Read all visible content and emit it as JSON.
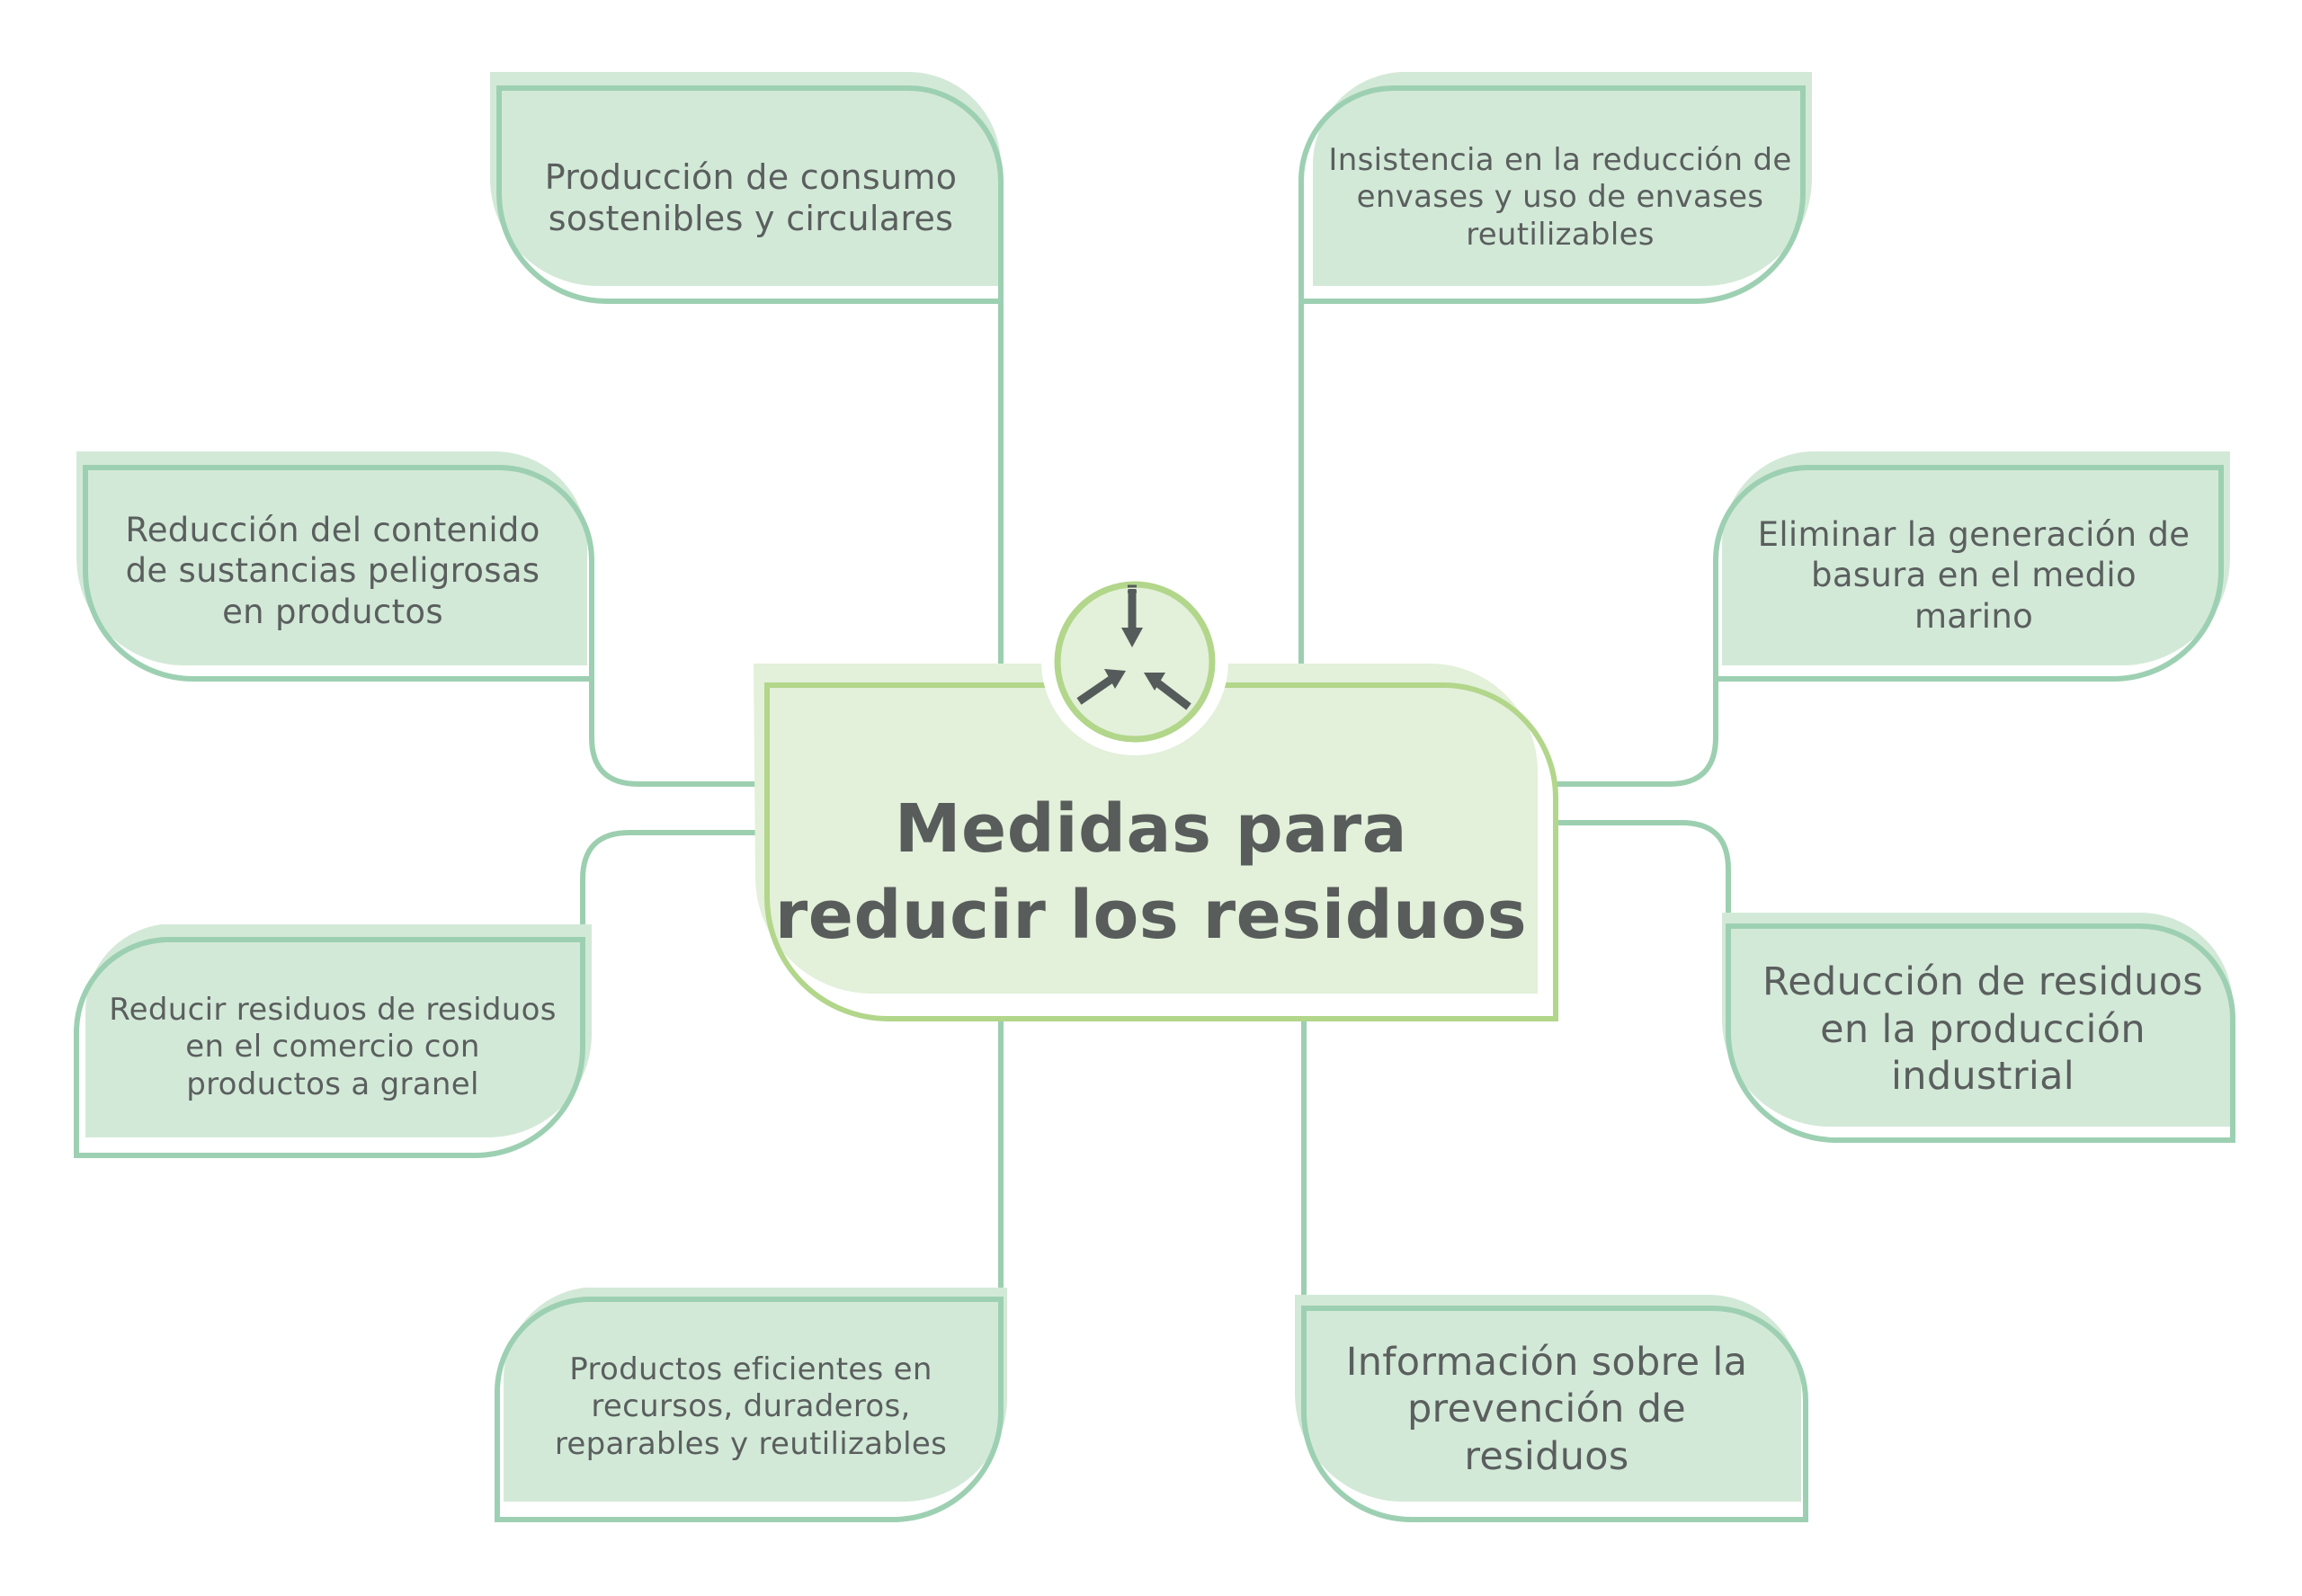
{
  "title": "Medidas para reducir los residuos",
  "colors": {
    "leaf_fill": "#d3e9d8",
    "leaf_outline": "#9dd0b2",
    "center_fill": "#e3f0da",
    "center_outline": "#b2d68a",
    "text": "#5a5f5e"
  },
  "center_icon": "recycle-arrows-icon",
  "nodes": {
    "top_left": "Producción de consumo sostenibles y circulares",
    "top_right": "Insistencia en la reducción de envases y uso de envases reutilizables",
    "mid_left": "Reducción del contenido de sustancias peligrosas en productos",
    "mid_right": "Eliminar la generación de basura en el medio marino",
    "low_left": "Reducir residuos de residuos en el comercio con productos a granel",
    "low_right": "Reducción de residuos en la producción industrial",
    "bottom_left": "Productos eficientes en recursos, duraderos, reparables y reutilizables",
    "bottom_right": "Información sobre la prevención de residuos"
  }
}
